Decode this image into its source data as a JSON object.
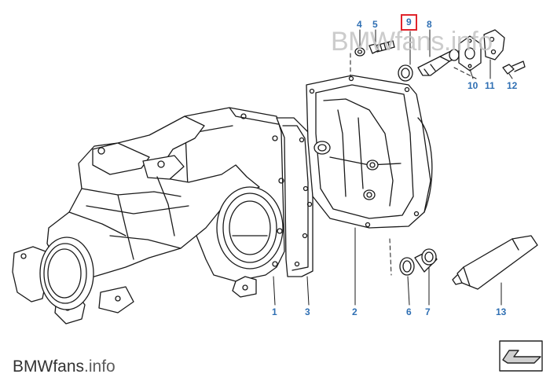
{
  "watermark": "BMWfans.info",
  "footer": {
    "brand": "BMWfans",
    "tld": ".info"
  },
  "colors": {
    "callout": "#2f6fb3",
    "highlight": "#e0242c",
    "line": "#1a1a1a"
  },
  "highlighted_part": "9",
  "callouts": {
    "p1": "1",
    "p2": "2",
    "p3": "3",
    "p4": "4",
    "p5": "5",
    "p6": "6",
    "p7": "7",
    "p8": "8",
    "p9": "9",
    "p10": "10",
    "p11": "11",
    "p12": "12",
    "p13": "13"
  },
  "nav": {
    "icon": "arrow-down-left-icon"
  }
}
